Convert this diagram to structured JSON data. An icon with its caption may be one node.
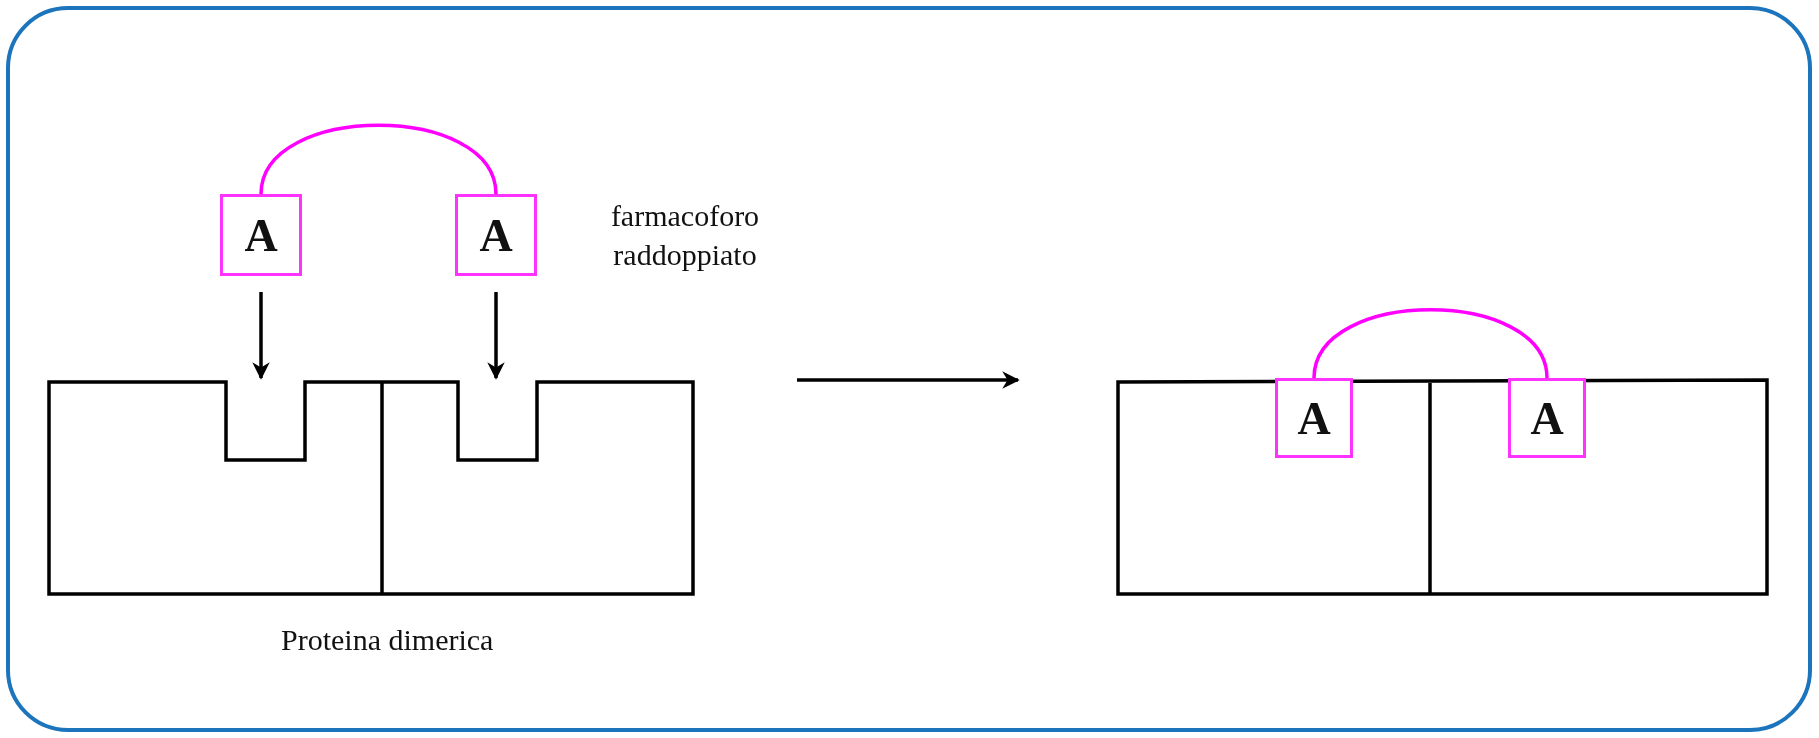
{
  "diagram": {
    "nodes": [
      {
        "text": [
          "A"
        ]
      },
      {
        "text": [
          "A"
        ]
      },
      {
        "text": [],
        "shape": "box",
        "beside": [
          "Proteina dimerica"
        ]
      },
      {
        "text": [],
        "shape": "box"
      },
      {
        "text": [
          "A"
        ],
        "in": 3
      },
      {
        "text": [
          "A"
        ],
        "in": 3
      }
    ],
    "edges": [
      {
        "from": 0,
        "to": 1,
        "arrow": "none",
        "color": "#ff00ff"
      },
      {
        "from": 0,
        "to": 2,
        "arrow": "to"
      },
      {
        "from": 1,
        "to": 2,
        "arrow": "to"
      },
      {
        "from": 2,
        "to": 3,
        "arrow": "to"
      },
      {
        "from": 4,
        "to": 5,
        "arrow": "none",
        "color": "#ff00ff"
      }
    ],
    "labels": [
      "farmacoforo raddoppiato"
    ]
  }
}
